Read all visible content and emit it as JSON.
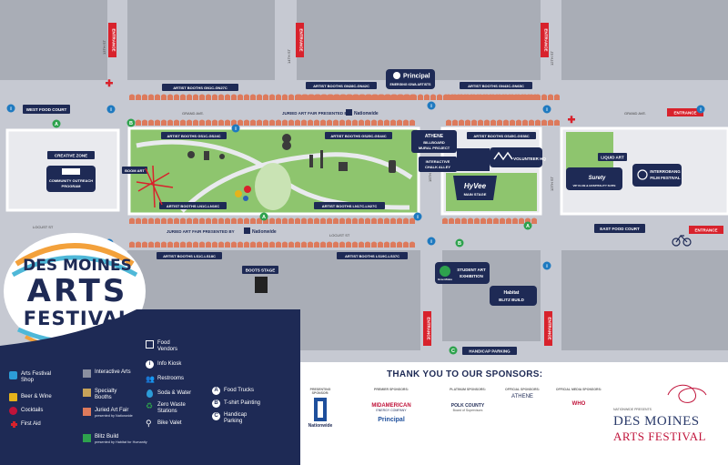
{
  "streets": {
    "st_13th": "13TH ST",
    "st_14th": "14TH ST",
    "st_15th": "15TH ST",
    "st_12th": "12TH ST",
    "grand_ave_1": "GRAND AVE.",
    "grand_ave_2": "GRAND AVE.",
    "locust_1": "LOCUST ST",
    "locust_2": "LOCUST ST"
  },
  "entrance_label": "ENTRANCE",
  "booths": {
    "gn1c_gn27c": "ARTIST BOOTHS GN1C-GN27C",
    "gn28c_gn42c": "ARTIST BOOTHS GN28C-GN42C",
    "gn43c_gn65c": "ARTIST BOOTHS GN43C-GN65C",
    "gs1c_gs24c": "ARTIST BOOTHS GS1C-GS24C",
    "gs25c_gs44c": "ARTIST BOOTHS GS25C-GS44C",
    "gs45c_gs58c": "ARTIST BOOTHS GS45C-GS58C",
    "ln1c_ln16c": "ARTIST BOOTHS LN1C-LN16C",
    "ln17c_ln27c": "ARTIST BOOTHS LN17C-LN27C",
    "ls1c_ls18c": "ARTIST BOOTHS LS1C-LS18C",
    "ls19c_ls37c": "ARTIST BOOTHS LS19C-LS37C"
  },
  "places": {
    "west_food_court": "WEST FOOD COURT",
    "east_food_court": "EAST FOOD COURT",
    "creative_zone": "CREATIVE ZONE",
    "community_outreach": "COMMUNITY OUTREACH PROGRAM",
    "boom_art": "BOOM ART",
    "principal_emerging": "EMERGING IOWA ARTISTS",
    "athene_billboard_1": "BILLBOARD",
    "athene_billboard_2": "MURAL PROJECT",
    "interactive_chalk_1": "INTERACTIVE",
    "interactive_chalk_2": "CHALK ALLEY",
    "main_stage": "MAIN STAGE",
    "volunteer_hq": "VOLUNTEER HQ",
    "liquid_art": "LIQUID ART",
    "vip_club": "VIP CLUB & HOSPITALITY SUITE",
    "interrobang_1": "INTERROBANG",
    "interrobang_2": "FILM FESTIVAL",
    "boots_stage": "BOOTS STAGE",
    "student_art_1": "STUDENT ART",
    "student_art_2": "EXHIBITION",
    "blitz_build": "BLITZ BUILD",
    "handicap_parking": "HANDICAP PARKING"
  },
  "juried": {
    "north_prefix": "JURIED ART FAIR PRESENTED BY",
    "south_prefix": "JURIED ART FAIR PRESENTED BY",
    "sponsor": "Nationwide"
  },
  "logos": {
    "principal": "Principal",
    "athene": "ATHENE",
    "hyvee": "HyVee",
    "greenstate": "GreenState",
    "habitat": "Habitat",
    "surety": "Surety"
  },
  "festival_logo": {
    "line1": "DES MOINES",
    "line2": "ARTS",
    "line3": "FESTIVAL"
  },
  "legend": {
    "arts_shop": "Arts Festival Shop",
    "beer_wine": "Beer & Wine",
    "cocktails": "Cocktails",
    "first_aid": "First Aid",
    "interactive_arts": "Interactive Arts",
    "specialty_booths": "Specialty Booths",
    "juried_art_fair": "Juried Art Fair",
    "juried_sub": "presented by Nationwide",
    "blitz_build": "Blitz Build",
    "blitz_sub": "presented by Habitat for Humanity",
    "food_vendors": "Food Vendors",
    "info_kiosk": "Info Kiosk",
    "restrooms": "Restrooms",
    "soda_water": "Soda & Water",
    "zero_waste": "Zero Waste Stations",
    "bike_valet": "Bike Valet",
    "food_trucks": "Food Trucks",
    "tshirt": "T-shirt Painting",
    "handicap": "Handicap Parking"
  },
  "sponsors": {
    "title": "THANK YOU TO OUR SPONSORS:",
    "presenting": "PRESENTING SPONSOR:",
    "premier": "PREMIER SPONSORS:",
    "platinum": "PLATINUM SPONSORS:",
    "official": "OFFICIAL SPONSORS:",
    "media": "OFFICIAL MEDIA SPONSORS:",
    "nationwide": "Nationwide",
    "midamerican": "MIDAMERICAN",
    "midamerican_sub": "ENERGY COMPANY",
    "principal": "Principal",
    "polk": "POLK COUNTY",
    "polk_sub": "Board of Supervisors",
    "athene": "ATHENE",
    "who": "WHO",
    "brand_pre": "NATIONWIDE PRESENTS",
    "brand_1": "DES MOINES",
    "brand_2": "ARTS FESTIVAL"
  },
  "colors": {
    "navy": "#1e2a55",
    "street": "#c6c9d2",
    "block": "#a9adb6",
    "grass": "#8ec56e",
    "booth": "#dd7a5c",
    "entrance": "#d8222c",
    "green_badge": "#2ea24d",
    "blue_badge": "#1f7ac0"
  }
}
